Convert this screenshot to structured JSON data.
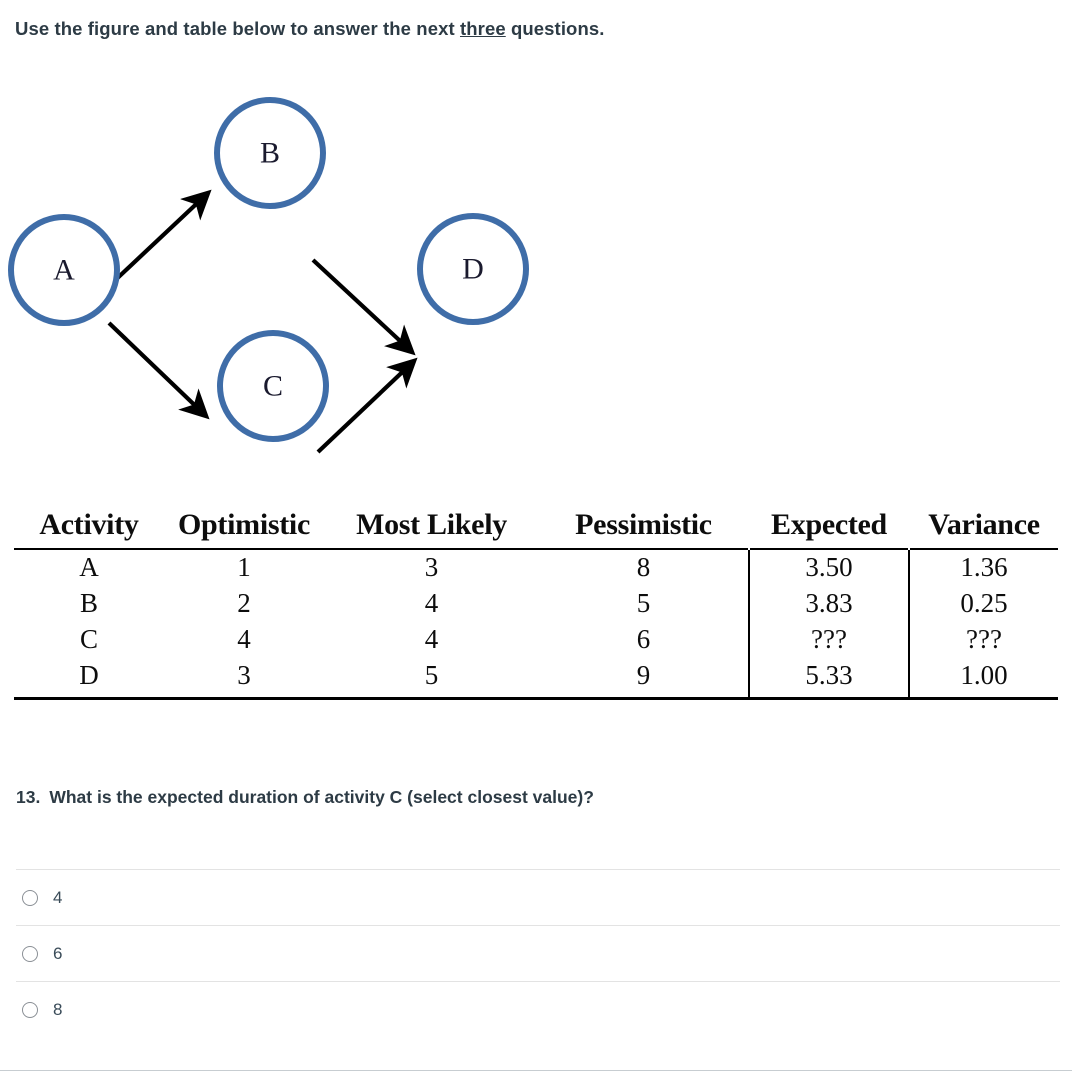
{
  "intro": {
    "before": "Use the figure and table below to answer the next ",
    "emphasis": "three",
    "after": " questions."
  },
  "diagram": {
    "node_color": "#3f6da8",
    "edge_color": "#000000",
    "nodes": [
      {
        "id": "A",
        "label": "A"
      },
      {
        "id": "B",
        "label": "B"
      },
      {
        "id": "C",
        "label": "C"
      },
      {
        "id": "D",
        "label": "D"
      }
    ],
    "edges": [
      {
        "from": "A",
        "to": "B"
      },
      {
        "from": "A",
        "to": "C"
      },
      {
        "from": "B",
        "to": "D"
      },
      {
        "from": "C",
        "to": "D"
      }
    ]
  },
  "table": {
    "headers": [
      "Activity",
      "Optimistic",
      "Most Likely",
      "Pessimistic",
      "Expected",
      "Variance"
    ],
    "rows": [
      {
        "activity": "A",
        "optimistic": "1",
        "most_likely": "3",
        "pessimistic": "8",
        "expected": "3.50",
        "variance": "1.36"
      },
      {
        "activity": "B",
        "optimistic": "2",
        "most_likely": "4",
        "pessimistic": "5",
        "expected": "3.83",
        "variance": "0.25"
      },
      {
        "activity": "C",
        "optimistic": "4",
        "most_likely": "4",
        "pessimistic": "6",
        "expected": "???",
        "variance": "???"
      },
      {
        "activity": "D",
        "optimistic": "3",
        "most_likely": "5",
        "pessimistic": "9",
        "expected": "5.33",
        "variance": "1.00"
      }
    ]
  },
  "question": {
    "number": "13.",
    "text": "What is the expected duration of activity C (select closest value)?"
  },
  "options": [
    {
      "label": "4",
      "selected": false
    },
    {
      "label": "6",
      "selected": false
    },
    {
      "label": "8",
      "selected": false
    }
  ]
}
